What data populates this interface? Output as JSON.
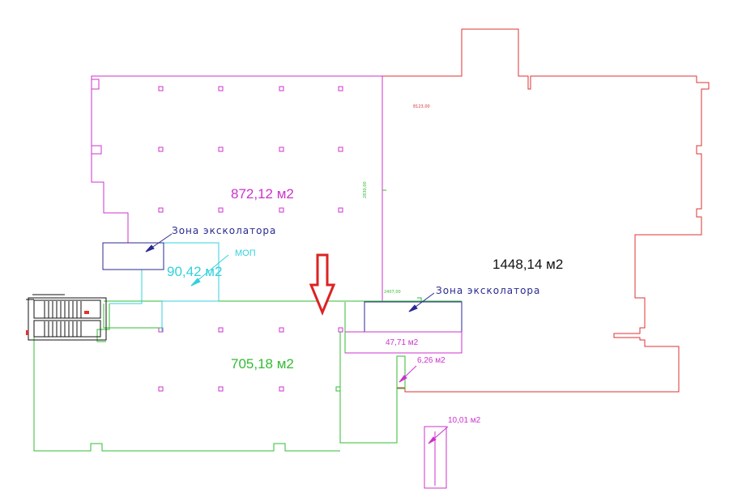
{
  "colors": {
    "magenta": "#cc33cc",
    "red": "#dd3333",
    "green": "#33bb33",
    "cyan": "#33d0dd",
    "navy": "#2a2a90",
    "black": "#111111",
    "arrow": "#dd2222"
  },
  "areas": {
    "a872": "872,12 м2",
    "a1448": "1448,14 м2",
    "a705": "705,18 м2",
    "a90": "90,42 м2",
    "a47": "47,71 м2",
    "a6": "6,26 м2",
    "a10": "10,01 м2"
  },
  "labels": {
    "escalator_zone_left": "Зона эксколатора",
    "escalator_zone_right": "Зона эксколатора",
    "mop": "МОП"
  },
  "icons": {
    "entry_arrow": "down-arrow-icon"
  }
}
